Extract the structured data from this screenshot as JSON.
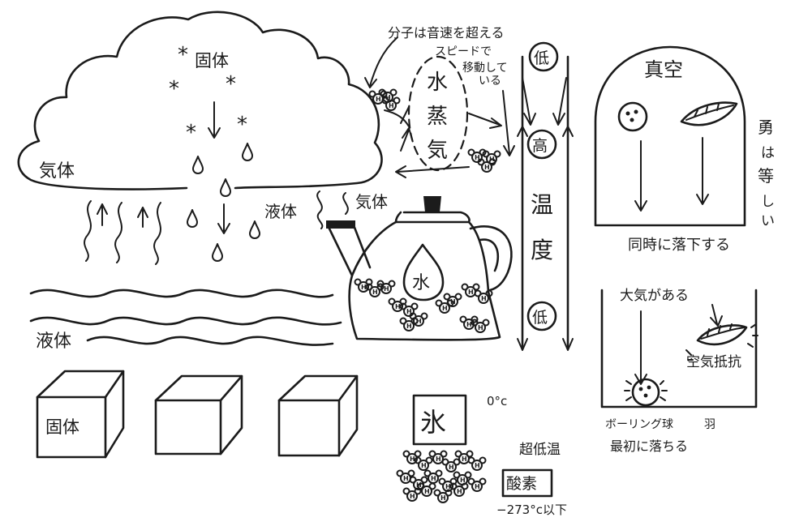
{
  "labels": {
    "gas": "気体",
    "solid": "固体",
    "liquid_bottom": "液体",
    "liquid_kettle": "液体",
    "gas_kettle": "気体",
    "water_vapor": "水蒸気",
    "molecule_speed": "分子は音速を超えるスピードで移動している",
    "low_top": "低",
    "high": "高",
    "temperature": "温度",
    "low_bottom": "低",
    "kettle_water": "水",
    "ice": "氷",
    "zero_c": "0°c",
    "cube_solid": "固体",
    "ultra_low_temp": "超低温",
    "oxygen": "酸素",
    "below_273": "−273°c以下",
    "vacuum": "真空",
    "equal_momentum": "勇は等しい",
    "fall_together": "同時に落下する",
    "air_present": "大気がある",
    "air_resistance": "空気抵抗",
    "bowling_ball": "ボーリング球",
    "first_to_fall": "最初に落ちる",
    "feather": "羽"
  },
  "molecule": {
    "atom": "H"
  }
}
